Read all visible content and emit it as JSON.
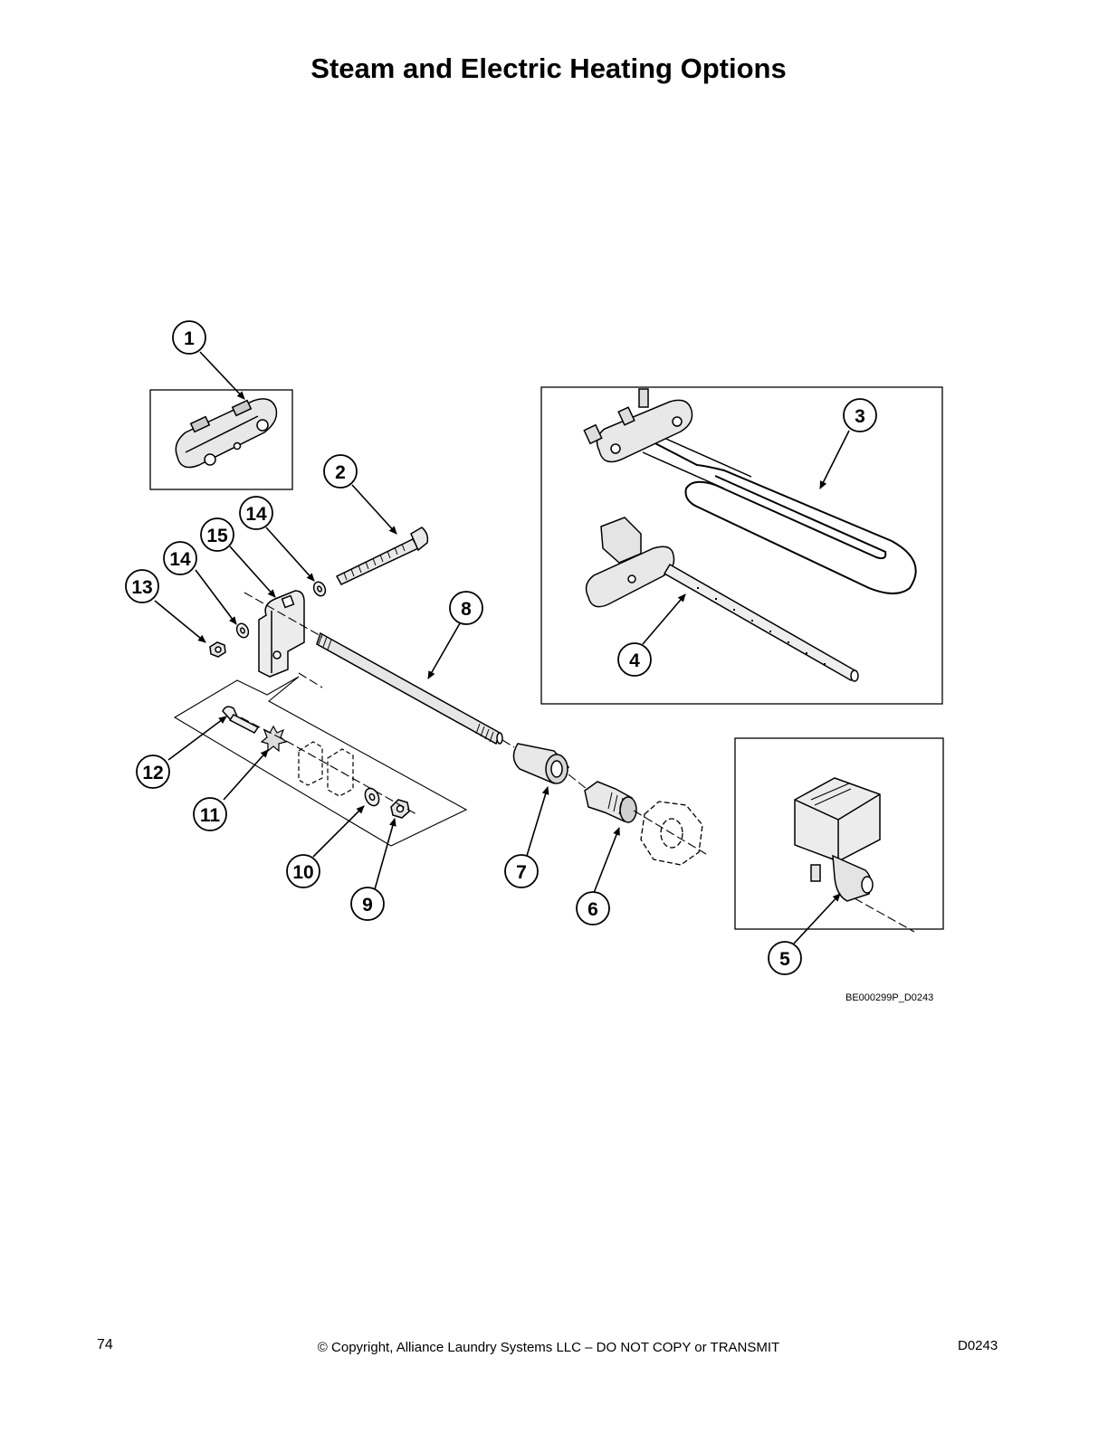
{
  "page": {
    "title": "Steam and Electric Heating Options",
    "figure_id": "BE000299P_D0243",
    "page_number": "74",
    "copyright": "© Copyright, Alliance Laundry Systems LLC – DO NOT COPY or TRANSMIT",
    "doc_code": "D0243"
  },
  "callouts": [
    "1",
    "2",
    "3",
    "4",
    "5",
    "6",
    "7",
    "8",
    "9",
    "10",
    "11",
    "12",
    "13",
    "14",
    "14",
    "15"
  ]
}
